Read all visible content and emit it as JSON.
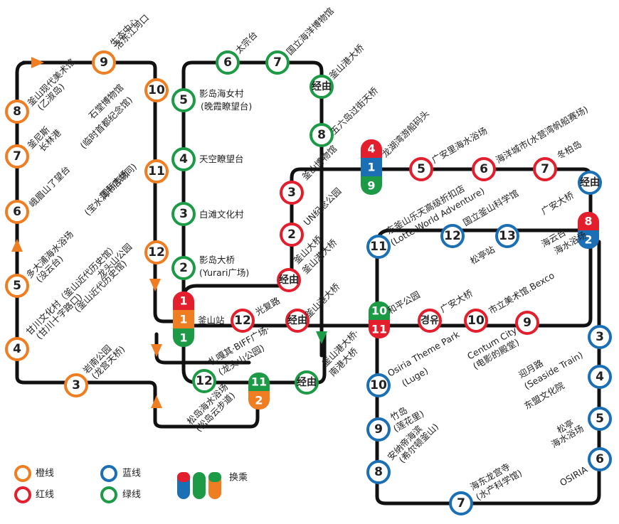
{
  "colors": {
    "orange": "#ef7d22",
    "red": "#e31e2d",
    "blue": "#1b6fb5",
    "green": "#1d9a46",
    "line": "#111111"
  },
  "stations": {
    "luodong": "洛东江河口\n生态中心",
    "busan_museum_art": "釜山现代美术馆\n(乙淑岛)",
    "busan_ns": "釜尼斯\n长林港",
    "emeishan": "峨眉山了望台",
    "dadaepo": "多大浦海水浴场\n(没云台)",
    "gamcheon": "甘川文化村（釜山近代历史馆）\n(甘川十字路口)",
    "amnam": "岩南公园\n(龙宫天桥)",
    "seokdang": "石堂博物馆\n(临时首都纪念馆)",
    "gukje": "国际市场\n(宝水洞书店胡同)",
    "yongdusan": "龙头山公园\n(釜山近代历史馆)",
    "taejongdae": "太宗台",
    "maritime_museum": "国立海洋博物馆",
    "busan_port_bridge": "釜山港大桥",
    "via_busan_port_bridge": "经由",
    "yeongdo_haenyeo": "影岛海女村\n(晚霞瞭望台)",
    "sky_observatory": "天空瞭望台",
    "huinnyeoul": "白滩文化村",
    "yeongdo_bridge": "影岛大桥\n(Yurari广场)",
    "oryukdo": "五六岛过街天桥",
    "busan_museum": "釜山博物馆",
    "yongho_bay": "龙湖湾游船码头",
    "un_park": "UN纪念公园",
    "daegyo": "釜山大桥·\n釜山港大桥",
    "busan_station": "釜山站",
    "gwangbok": "光复路",
    "jagalchi": "札嘎其·BIFF广场·\n(龙头山公园)",
    "via_busanhang": "经由",
    "busanhang_bridge_lbl": "釜山港大桥",
    "busanhang_nampo": "釜山港大桥·\n南港大桥",
    "songdo_beach": "松岛海水浴场\n(松岛云步道)",
    "gwangalli_beach": "广安里海水浴场",
    "marine_city": "海洋城市(水营湾帆船赛场)",
    "dongbaekseom": "冬柏岛",
    "via_dongbaek": "经由",
    "gwangan_bridge": "广安大桥",
    "lotte_world": "东釜山乐天高级折扣店\n(Lotte World Adventure)",
    "science_museum": "国立釜山科学馆",
    "songjeong": "松亭站",
    "haeundae_beach": "海云台\n海水浴场",
    "hwapyeong": "和平公园",
    "via_gwangan": "经由",
    "gwangan_bridge2": "广安大桥",
    "art_museum_bexco": "市立美术馆.Bexco",
    "osiria_theme_park": "Osiria Theme Park\n(Luge)",
    "centum_city": "Centum City\n(电影的殿堂)",
    "jukdo": "竹岛\n(莲花里)",
    "ananti": "安纳帝海滨\n(希尔顿釜山)",
    "haedong_yonggungsa": "海东龙宫寺\n(水产科学馆)",
    "mipo": "迎月路\n(Seaside Train)",
    "dongbu": "东盟文化院",
    "songjeong_beach": "松亭\n海水浴场",
    "osiria": "OSIRIA"
  },
  "legend": {
    "orange": "橙线",
    "red": "红线",
    "blue": "蓝线",
    "green": "绿线",
    "transfer": "换乘"
  }
}
